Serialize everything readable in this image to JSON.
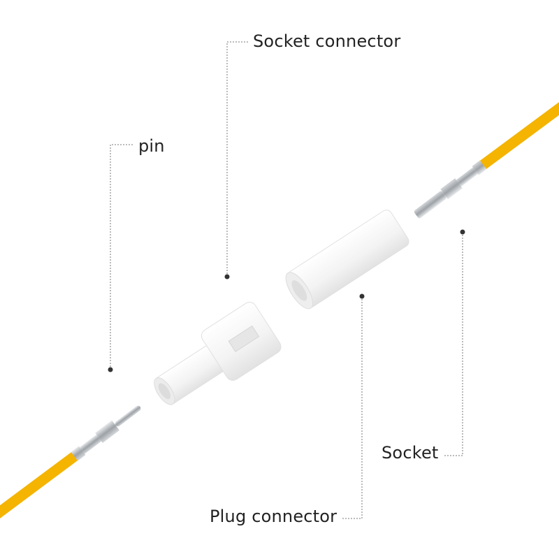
{
  "labels": {
    "socket_connector": "Socket connector",
    "pin": "pin",
    "socket": "Socket",
    "plug_connector": "Plug connector"
  },
  "colors": {
    "cable": "#f4b400",
    "housing": "#f4f4f4",
    "metal": "#b8bcc0",
    "leader": "#777777"
  }
}
